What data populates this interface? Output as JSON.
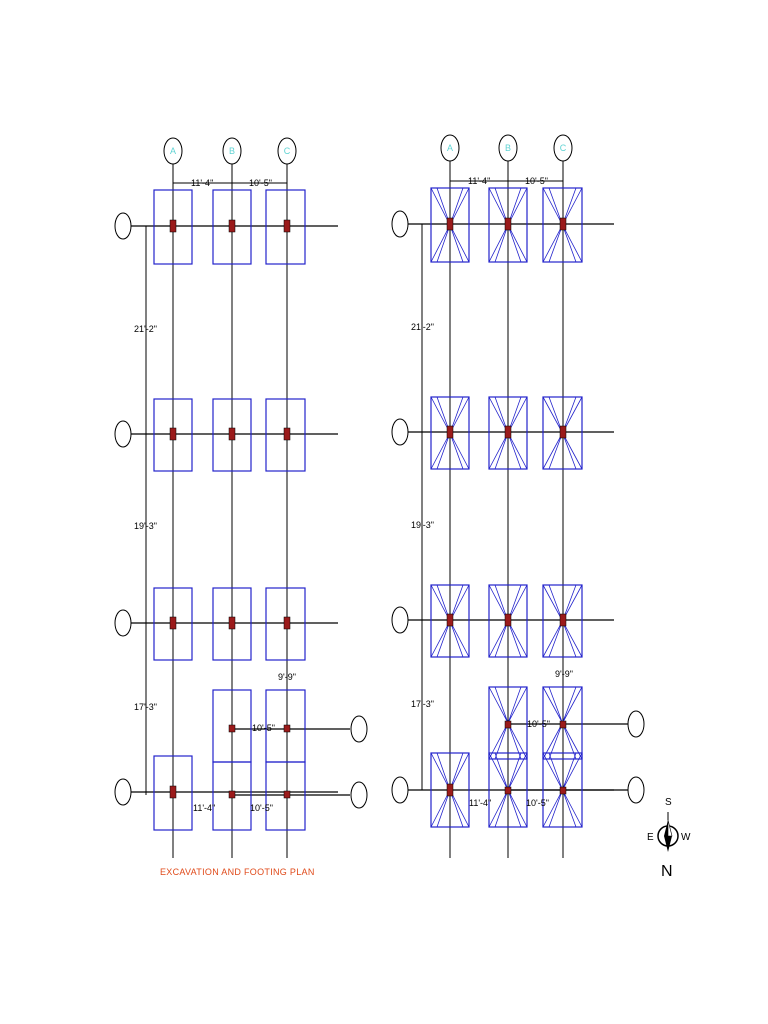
{
  "title": "EXCAVATION AND FOOTING PLAN",
  "colors": {
    "footing": "#2323cc",
    "column": "#9b1b1b",
    "gridline": "#000000",
    "bubble": "#5fd3d3",
    "title": "#e04a1a"
  },
  "grid_columns": [
    "A",
    "B",
    "C"
  ],
  "bubble_label_right_small": "",
  "dims": {
    "col_ab": "11'-4\"",
    "col_bc": "10'-5\"",
    "row_1": "21'-2\"",
    "row_2": "19'-3\"",
    "row_3": "17'-3\"",
    "cant_1": "9'-9\"",
    "cant_2": "10'-5\"",
    "bot_ab": "11'-4\"",
    "bot_bc": "10'-5\""
  },
  "compass": {
    "top": "S",
    "left": "E",
    "right": "W",
    "bottom": "N"
  }
}
